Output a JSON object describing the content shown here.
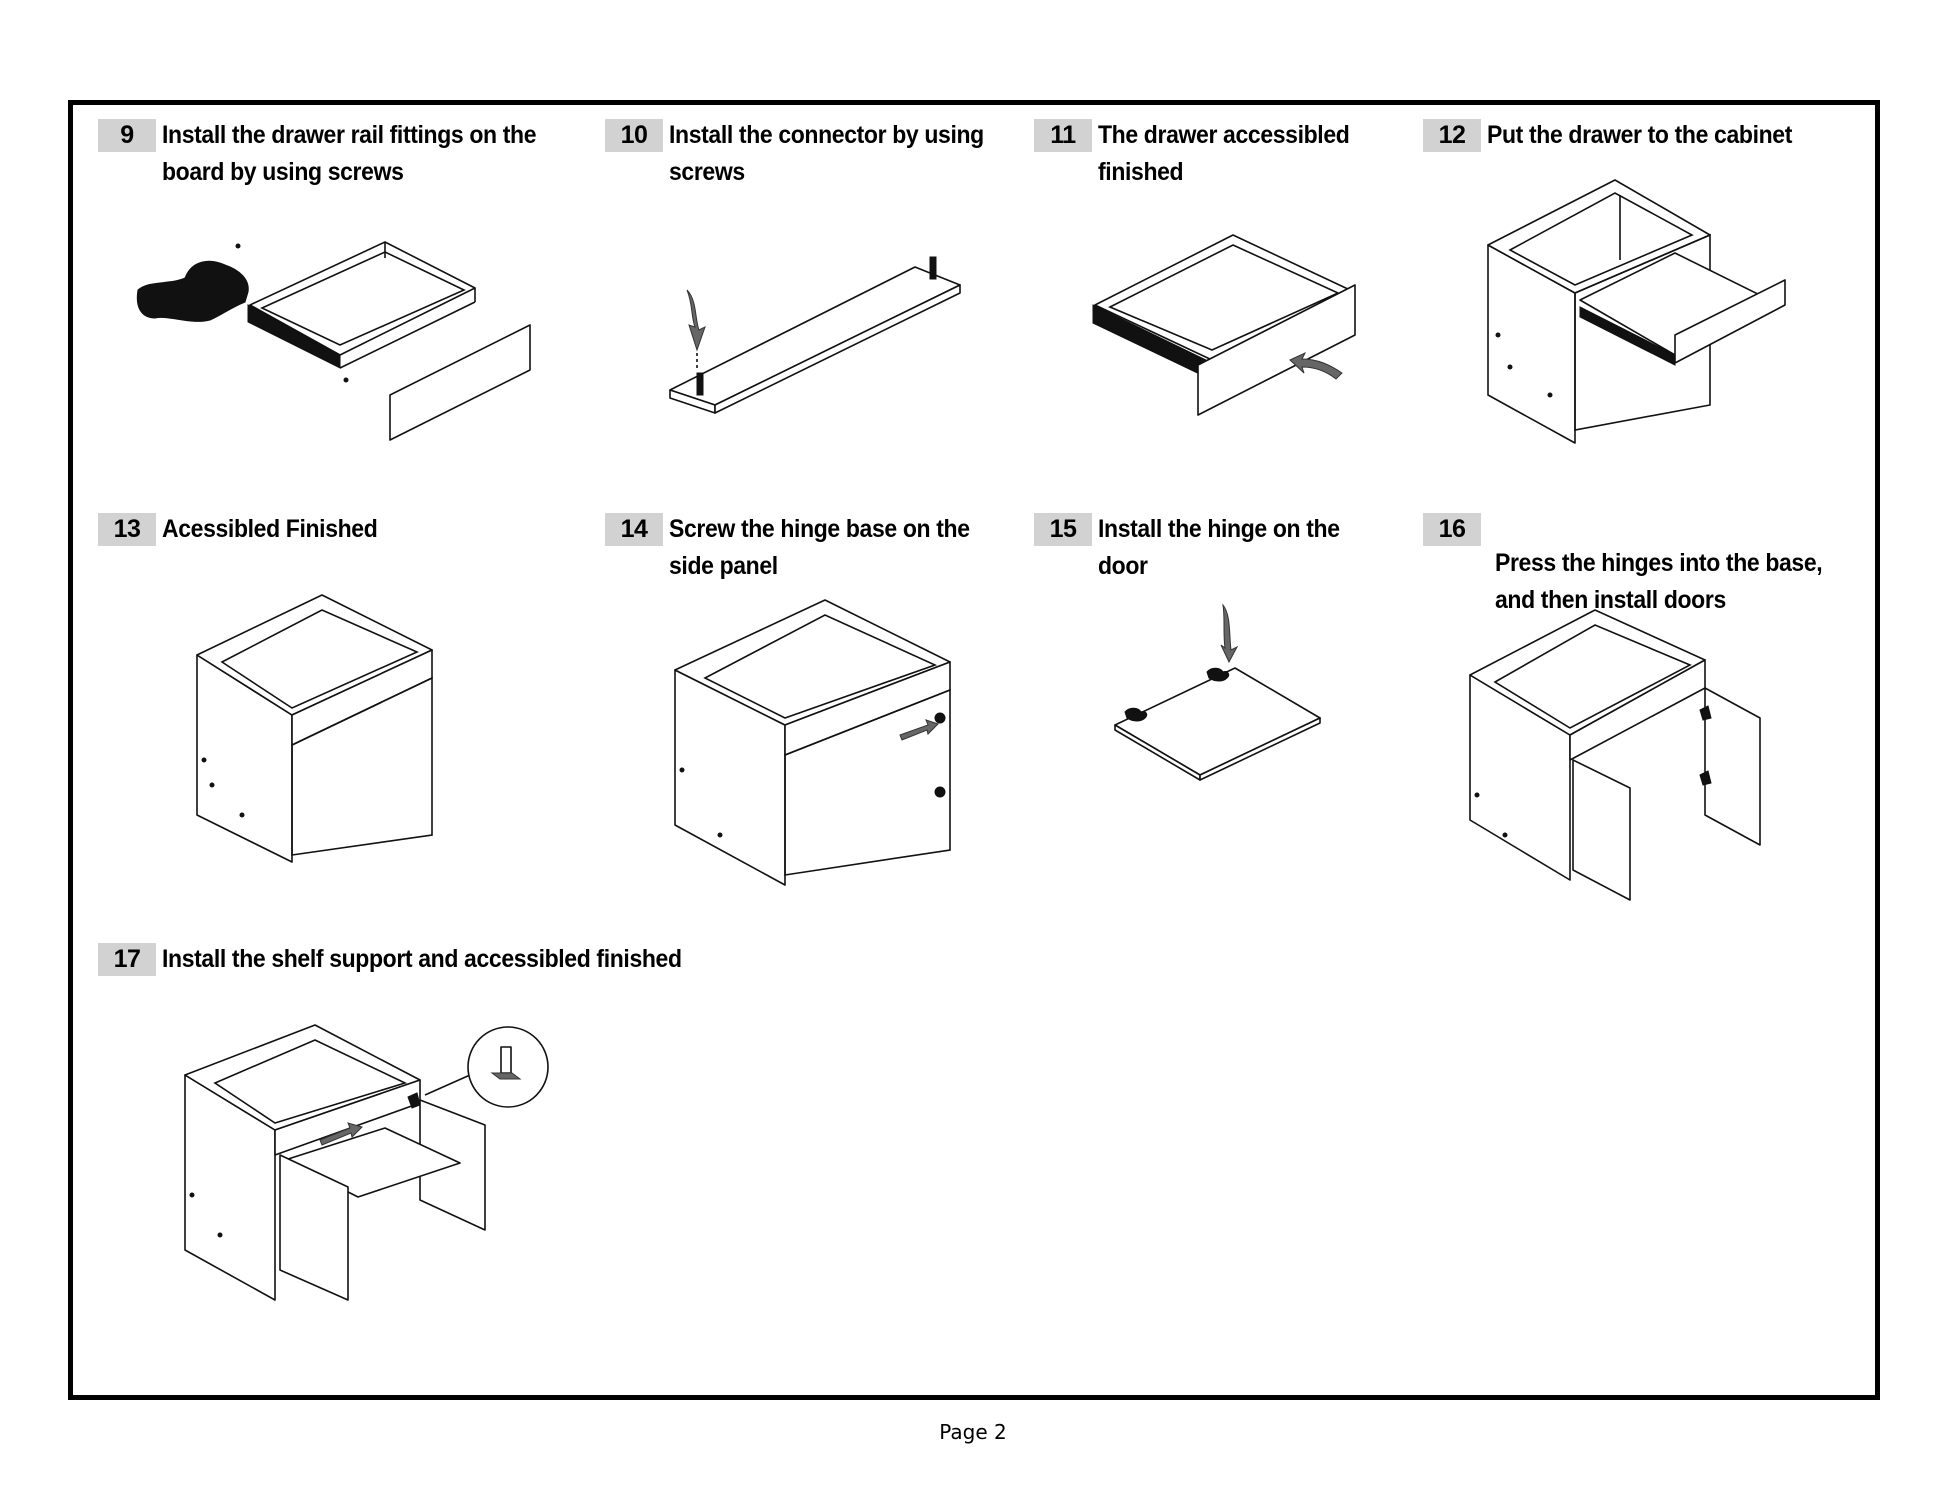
{
  "document": {
    "footer": "Page 2",
    "steps": [
      {
        "number": "9",
        "title": "Install the drawer rail fittings on the board by using screws"
      },
      {
        "number": "10",
        "title": "Install the connector by using screws"
      },
      {
        "number": "11",
        "title": "The drawer accessibled finished"
      },
      {
        "number": "12",
        "title": "Put the drawer to the cabinet"
      },
      {
        "number": "13",
        "title": "Acessibled Finished"
      },
      {
        "number": "14",
        "title": "Screw the hinge base on the side panel"
      },
      {
        "number": "15",
        "title": "Install the hinge on the door"
      },
      {
        "number": "16",
        "title": "Press the hinges into the base, and then install doors"
      },
      {
        "number": "17",
        "title": "Install the shelf support and accessibled finished"
      }
    ],
    "colors": {
      "badge_background": "#d2d2d2",
      "frame_border": "#000000"
    }
  }
}
